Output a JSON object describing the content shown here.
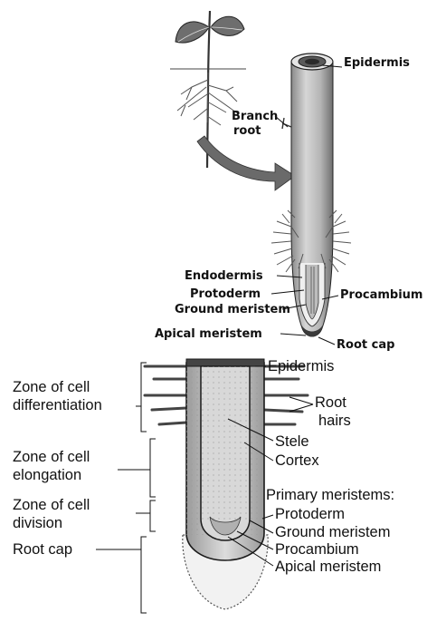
{
  "upper_labels": {
    "epidermis": "Epidermis",
    "branch_root_line1": "Branch",
    "branch_root_line2": "root",
    "endodermis": "Endodermis",
    "protoderm": "Protoderm",
    "ground_meristem": "Ground meristem",
    "apical_meristem": "Apical meristem",
    "procambium": "Procambium",
    "root_cap": "Root cap"
  },
  "zone_labels": {
    "differentiation_line1": "Zone of cell",
    "differentiation_line2": "differentiation",
    "elongation_line1": "Zone of cell",
    "elongation_line2": "elongation",
    "division_line1": "Zone of cell",
    "division_line2": "division",
    "root_cap": "Root cap"
  },
  "lower_labels": {
    "epidermis": "Epidermis",
    "root_hairs_line1": "Root",
    "root_hairs_line2": "hairs",
    "stele": "Stele",
    "cortex": "Cortex",
    "primary_meristems": "Primary meristems:",
    "protoderm": "Protoderm",
    "ground_meristem": "Ground meristem",
    "procambium": "Procambium",
    "apical_meristem": "Apical meristem"
  },
  "colors": {
    "outline": "#1a1a1a",
    "root_fill": "#c9c9c9",
    "stele_fill": "#dedede",
    "cap_fill": "#f2f2f2",
    "leaf_fill": "#6e6e6e"
  }
}
